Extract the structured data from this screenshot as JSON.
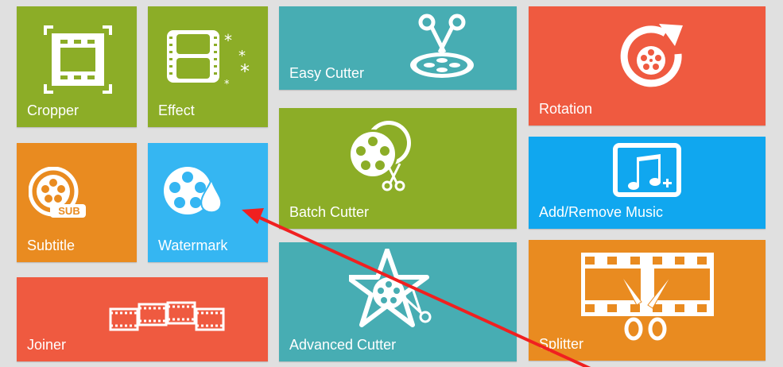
{
  "tiles": {
    "cropper": {
      "label": "Cropper",
      "icon": "crop-film-icon"
    },
    "effect": {
      "label": "Effect",
      "icon": "film-sparkle-icon"
    },
    "subtitle": {
      "label": "Subtitle",
      "icon": "film-reel-sub-icon",
      "badge": "SUB"
    },
    "watermark": {
      "label": "Watermark",
      "icon": "film-reel-drop-icon"
    },
    "joiner": {
      "label": "Joiner",
      "icon": "film-chain-icon"
    },
    "easy_cutter": {
      "label": "Easy Cutter",
      "icon": "scissors-reel-icon"
    },
    "batch_cutter": {
      "label": "Batch Cutter",
      "icon": "reels-scissors-icon"
    },
    "advanced_cutter": {
      "label": "Advanced Cutter",
      "icon": "star-reel-scissors-icon"
    },
    "rotation": {
      "label": "Rotation",
      "icon": "rotate-reel-icon"
    },
    "music": {
      "label": "Add/Remove Music",
      "icon": "music-add-icon"
    },
    "splitter": {
      "label": "Splitter",
      "icon": "film-scissors-icon"
    }
  },
  "colors": {
    "green": "#8cad27",
    "orange": "#e98b20",
    "blue": "#35b6f2",
    "red": "#ef5a40",
    "teal": "#47adb3",
    "arrow": "#f02020"
  }
}
